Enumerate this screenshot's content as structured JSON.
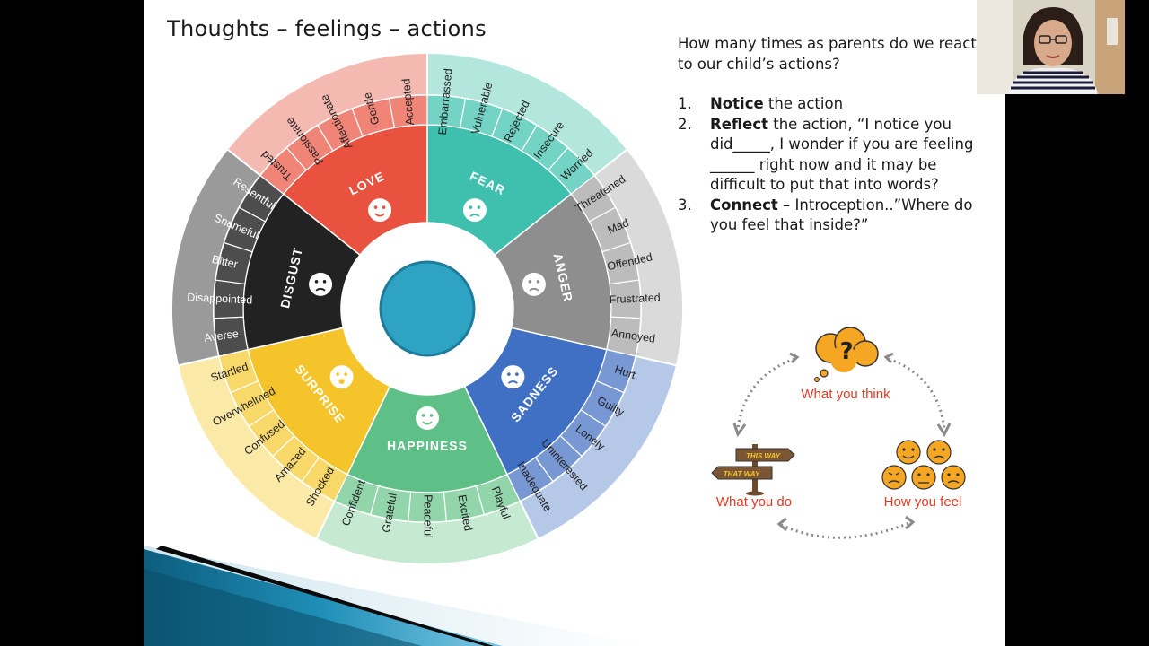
{
  "slide": {
    "title": "Thoughts – feelings – actions",
    "intro": "How many times as parents do we react to our child’s actions?",
    "steps": [
      {
        "num": "1.",
        "bold": "Notice",
        "text": " the action"
      },
      {
        "num": "2.",
        "bold": "Reflect",
        "text": " the action, “I notice you did_____, I wonder if you are feeling ______ right now and it may be difficult to put that into words?"
      },
      {
        "num": "3.",
        "bold": "Connect",
        "text": " – Introception..”Where do you feel that inside?”"
      }
    ]
  },
  "wheel": {
    "emotions": [
      {
        "name": "LOVE",
        "color": "#e8523f",
        "outer": "#ef8477",
        "rim": "#f4b9b0",
        "face": "heart-eyes-face-icon",
        "words": [
          "Trusted",
          "Passionate",
          "Affectionate",
          "Gentle",
          "Accepted"
        ]
      },
      {
        "name": "FEAR",
        "color": "#3fbfae",
        "outer": "#73d3c4",
        "rim": "#b3e6dd",
        "face": "worried-face-icon",
        "words": [
          "Embarrassed",
          "Vulnerable",
          "Rejected",
          "Insecure",
          "Worried"
        ]
      },
      {
        "name": "ANGER",
        "color": "#8e8e8e",
        "outer": "#bcbcbc",
        "rim": "#dadada",
        "face": "angry-face-icon",
        "words": [
          "Threatened",
          "Mad",
          "Offended",
          "Frustrated",
          "Annoyed"
        ]
      },
      {
        "name": "SADNESS",
        "color": "#3f70c4",
        "outer": "#7898d4",
        "rim": "#b6c8e8",
        "face": "sad-face-icon",
        "words": [
          "Hurt",
          "Guilty",
          "Lonely",
          "Uninterested",
          "Inadequate"
        ]
      },
      {
        "name": "HAPPINESS",
        "color": "#5ebf87",
        "outer": "#92d5ab",
        "rim": "#c5e9d1",
        "face": "happy-face-icon",
        "words": [
          "Playful",
          "Excited",
          "Peaceful",
          "Grateful",
          "Confident"
        ]
      },
      {
        "name": "SURPRISE",
        "color": "#f5c42a",
        "outer": "#f8d869",
        "rim": "#fbe9a8",
        "face": "surprised-face-icon",
        "words": [
          "Shocked",
          "Amazed",
          "Confused",
          "Overwhelmed",
          "Startled"
        ]
      },
      {
        "name": "DISGUST",
        "color": "#222222",
        "outer": "#4d4d4d",
        "rim": "#9a9a9a",
        "face": "disgusted-face-icon",
        "words": [
          "Averse",
          "Disappointed",
          "Bitter",
          "Shameful",
          "Resentful"
        ]
      }
    ],
    "center_color": "#2ea3c4"
  },
  "cycle": {
    "think_label": "What you think",
    "do_label": "What you do",
    "feel_label": "How you feel",
    "sign_top": "THIS WAY",
    "sign_bottom": "THAT WAY",
    "question_mark": "?",
    "accent_color": "#e23b25",
    "emoji_color": "#f5a623"
  }
}
